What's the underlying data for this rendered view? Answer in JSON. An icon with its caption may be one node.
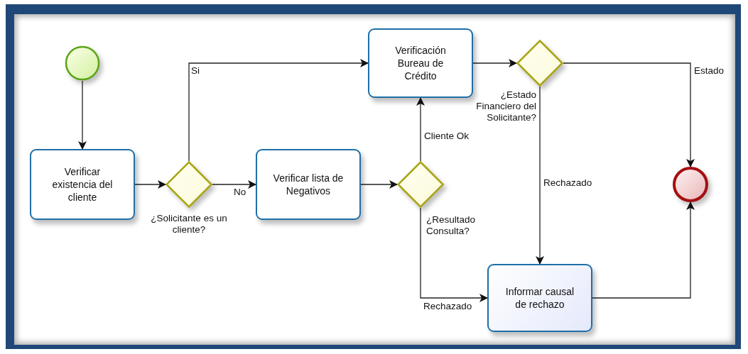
{
  "diagram": {
    "nodes": [
      {
        "text": [],
        "shape": "circle"
      },
      {
        "text": [
          "Verificar existencia del cliente"
        ]
      },
      {
        "text": [
          "¿Solicitante es un cliente?"
        ]
      },
      {
        "text": [
          "Verificar lista de Negativos"
        ]
      },
      {
        "text": [
          "¿Resultado Consulta?"
        ]
      },
      {
        "text": [
          "Verificación Bureau de Crédito"
        ]
      },
      {
        "text": [
          "¿Estado Financiero del Solicitante?"
        ]
      },
      {
        "text": [],
        "shape": "circle"
      },
      {
        "text": [
          "Informar causal de rechazo"
        ]
      }
    ],
    "edges": [
      {
        "from": 0,
        "to": 1,
        "arrow": "to"
      },
      {
        "from": 1,
        "to": 2,
        "arrow": "to"
      },
      {
        "from": 2,
        "to": 5,
        "arrow": "to",
        "label": "Si"
      },
      {
        "from": 2,
        "to": 3,
        "arrow": "to",
        "label": "No"
      },
      {
        "from": 3,
        "to": 4,
        "arrow": "to"
      },
      {
        "from": 4,
        "to": 5,
        "arrow": "to",
        "label": "Cliente Ok"
      },
      {
        "from": 4,
        "to": 8,
        "arrow": "to",
        "label": "Rechazado"
      },
      {
        "from": 5,
        "to": 6,
        "arrow": "to"
      },
      {
        "from": 6,
        "to": 7,
        "arrow": "to",
        "label": "Estado"
      },
      {
        "from": 6,
        "to": 8,
        "arrow": "to",
        "label": "Rechazado"
      },
      {
        "from": 8,
        "to": 7,
        "arrow": "to"
      }
    ]
  }
}
